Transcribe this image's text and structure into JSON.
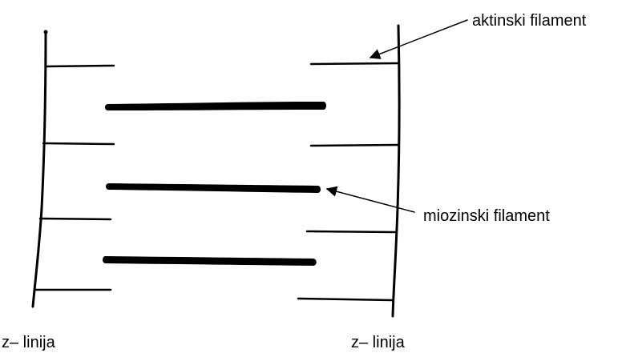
{
  "labels": {
    "actin": "aktinski filament",
    "myosin": "miozinski filament",
    "z_left": "z– linija",
    "z_right": "z– linija"
  },
  "colors": {
    "ink": "#000000",
    "background": "#ffffff"
  }
}
